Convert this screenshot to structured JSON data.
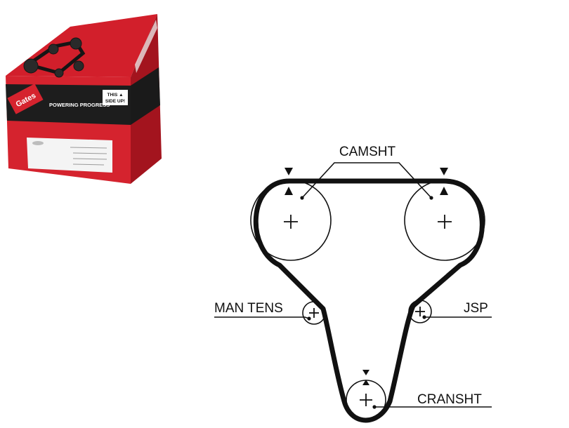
{
  "diagram": {
    "labels": {
      "camshaft": "CAMSHT",
      "man_tens": "MAN TENS",
      "jsp": "JSP",
      "crankshaft": "CRANSHT"
    },
    "symbols": {
      "center_mark": "+"
    }
  },
  "product_box": {
    "brand": "Gates",
    "slogan": "POWERING PROGRESS™",
    "orientation_line1": "THIS ▲",
    "orientation_line2": "SIDE UP!"
  },
  "colors": {
    "belt": "#111111",
    "box_red": "#d5232e",
    "box_dark": "#1d1d1d",
    "label_white": "#f4f4f4"
  }
}
